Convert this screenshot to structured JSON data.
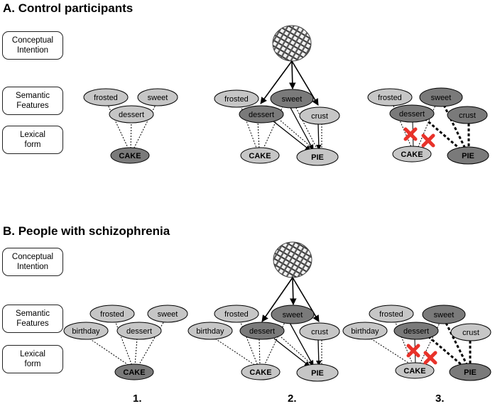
{
  "sections": [
    {
      "title": "A. Control participants",
      "row_labels": [
        "Conceptual\nIntention",
        "Semantic\nFeatures",
        "Lexical\nform"
      ],
      "panels": [
        {
          "feature_nodes": [
            "frosted",
            "dessert",
            "sweet"
          ],
          "lexical_nodes": [
            "CAKE"
          ]
        },
        {
          "feature_nodes": [
            "frosted",
            "sweet",
            "dessert",
            "crust"
          ],
          "lexical_nodes": [
            "CAKE",
            "PIE"
          ]
        },
        {
          "feature_nodes": [
            "frosted",
            "sweet",
            "dessert",
            "crust"
          ],
          "lexical_nodes": [
            "CAKE",
            "PIE"
          ]
        }
      ]
    },
    {
      "title": "B. People with schizophrenia",
      "row_labels": [
        "Conceptual\nIntention",
        "Semantic\nFeatures",
        "Lexical\nform"
      ],
      "panels": [
        {
          "feature_nodes": [
            "frosted",
            "sweet",
            "birthday",
            "dessert"
          ],
          "lexical_nodes": [
            "CAKE"
          ]
        },
        {
          "feature_nodes": [
            "frosted",
            "sweet",
            "birthday",
            "dessert",
            "crust"
          ],
          "lexical_nodes": [
            "CAKE",
            "PIE"
          ]
        },
        {
          "feature_nodes": [
            "frosted",
            "sweet",
            "birthday",
            "dessert",
            "crust"
          ],
          "lexical_nodes": [
            "CAKE",
            "PIE"
          ]
        }
      ]
    }
  ],
  "panel_numbers": [
    "1.",
    "2.",
    "3."
  ],
  "colors": {
    "light_node": "#c6c6c6",
    "dark_node": "#7a7a7a",
    "stroke": "#000000",
    "inhibit_mark": "#e8322a"
  },
  "icons": {
    "concept": "pie-icon",
    "inhibition": "red-x-icon"
  }
}
